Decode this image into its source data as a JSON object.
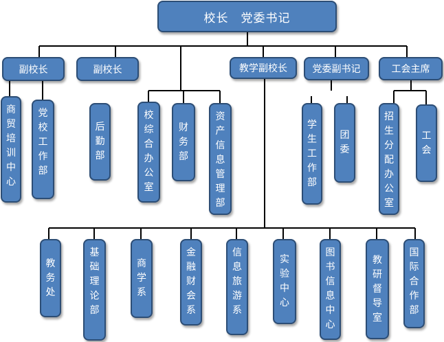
{
  "root": {
    "label": "校长　党委书记"
  },
  "level1": [
    {
      "label": "副校长"
    },
    {
      "label": "副校长"
    },
    {
      "label": "教学副校长"
    },
    {
      "label": "党委副书记"
    },
    {
      "label": "工会主席"
    }
  ],
  "level2": [
    {
      "label": "商贸培训中心"
    },
    {
      "label": "党校工作部"
    },
    {
      "label": "后勤部"
    },
    {
      "label": "校综合办公室"
    },
    {
      "label": "财务部"
    },
    {
      "label": "资产信息管理部"
    },
    {
      "label": "学生工作部"
    },
    {
      "label": "团委"
    },
    {
      "label": "招生分配办公室"
    },
    {
      "label": "工会"
    }
  ],
  "level3": [
    {
      "label": "教务处"
    },
    {
      "label": "基础理论部"
    },
    {
      "label": "商学系"
    },
    {
      "label": "金融财会系"
    },
    {
      "label": "信息旅游系"
    },
    {
      "label": "实验中心"
    },
    {
      "label": "图书信息中心"
    },
    {
      "label": "教研督导室"
    },
    {
      "label": "国际合作部"
    }
  ],
  "colors": {
    "box_fill": "#4f81bd",
    "box_border": "#2c4d75",
    "connector": "#000000",
    "text": "#ffffff"
  }
}
